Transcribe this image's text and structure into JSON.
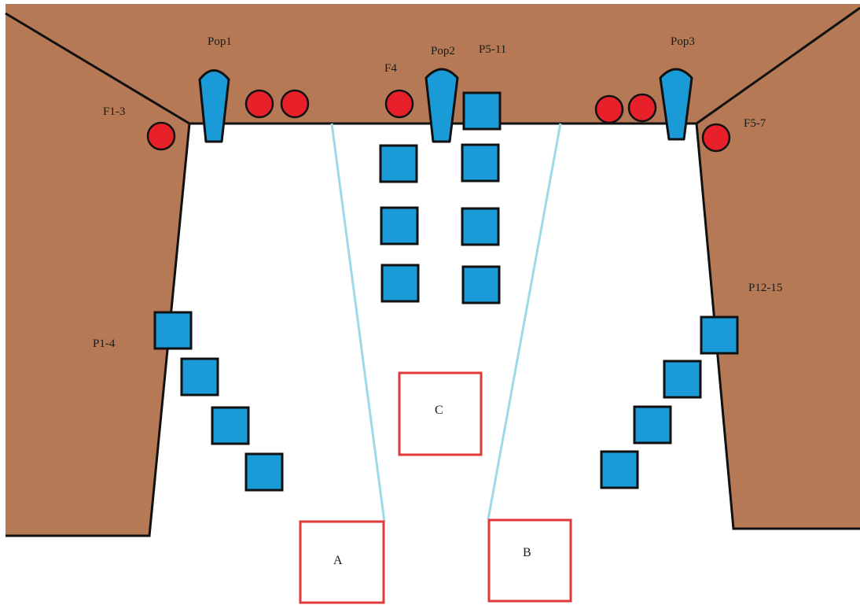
{
  "labels": {
    "pop1": "Pop1",
    "pop2": "Pop2",
    "pop3": "Pop3",
    "f1_3": "F1-3",
    "f4": "F4",
    "f5_7": "F5-7",
    "p5_11": "P5-11",
    "p1_4": "P1-4",
    "p12_15": "P12-15",
    "zone_a": "A",
    "zone_b": "B",
    "zone_c": "C"
  },
  "colors": {
    "wall": "#b57a55",
    "floor": "#ffffff",
    "outline": "#111111",
    "pop": "#1a9ad6",
    "speaker": "#1a9ad6",
    "flame": "#e8202a",
    "sightline": "#9ed9ea",
    "zone": "#e03a3a"
  }
}
